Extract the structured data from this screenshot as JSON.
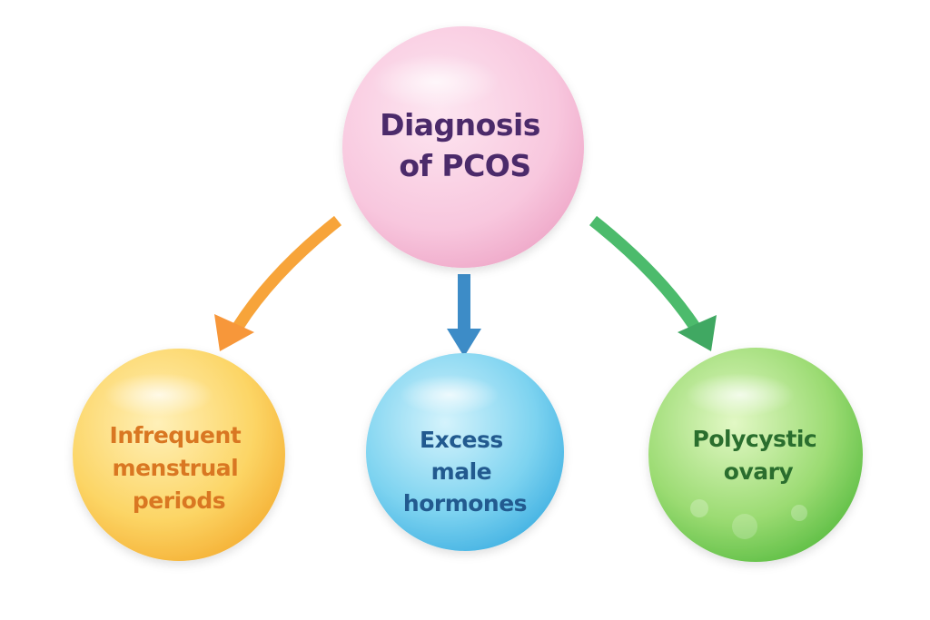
{
  "root": {
    "lines": [
      "Diagnosis",
      "of PCOS"
    ],
    "text_color": "#4b2a6b",
    "fill": "#f7c3dc"
  },
  "criteria": [
    {
      "lines": [
        "Infrequent",
        "menstrual",
        "periods"
      ],
      "text_color": "#d97722",
      "fill": "#fbcf55",
      "arrow_color": "#f7a43a"
    },
    {
      "lines": [
        "Excess",
        "male",
        "hormones"
      ],
      "text_color": "#235a8f",
      "fill": "#6fcdee",
      "arrow_color": "#3d8cc7"
    },
    {
      "lines": [
        "Polycystic",
        "ovary"
      ],
      "text_color": "#2b6e2e",
      "fill": "#8fd66a",
      "arrow_color": "#4cbb6c"
    }
  ]
}
